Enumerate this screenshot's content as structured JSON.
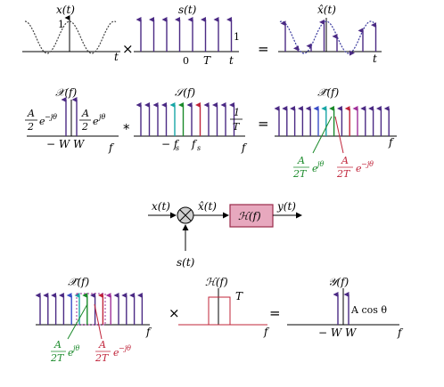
{
  "colors": {
    "arrow": "#4b2a84",
    "cyan": "#17a6a6",
    "green": "#1a8a2a",
    "red": "#c0243a",
    "blue": "#3a4ec8",
    "magenta": "#a0309a",
    "wave_gray": "#444444",
    "wave_blue": "#3a3a9e",
    "filter_fill": "#e7a8be",
    "filter_border": "#9a2a4a",
    "mult_fill": "#cfcfcf"
  },
  "row1": {
    "x_label": "x(t)",
    "x_one": "1",
    "x_axis": "t",
    "times": "×",
    "s_label": "s(t)",
    "s_zero": "0",
    "s_T": "T",
    "s_t": "t",
    "s_one": "1",
    "equals": "=",
    "xhat_label": "x̂(t)",
    "xhat_t": "t"
  },
  "row2": {
    "X_label": "𝒳(f)",
    "A": "A",
    "two": "2",
    "e": "e",
    "exp_neg": "−jθ",
    "exp_pos": "jθ",
    "axis_labels": "− W W",
    "f": "f",
    "conv": "*",
    "S_label": "𝒮(f)",
    "fs_labels": "− f",
    "fs_sub": "s",
    "fs_pos": "f",
    "one": "1",
    "T": "T",
    "equals": "=",
    "Xhat_label": "𝒳̂(f)",
    "green_A": "A",
    "green_2T": "2T",
    "green_exp": "jθ",
    "red_A": "A",
    "red_2T": "2T",
    "red_exp": "−jθ"
  },
  "block": {
    "input": "x(t)",
    "output_mid": "x̂(t)",
    "filter": "ℋ(f)",
    "output": "y(t)",
    "carrier": "s(t)"
  },
  "row3": {
    "Xhat_label": "𝒳̂(f)",
    "f": "f",
    "green_A": "A",
    "green_2T": "2T",
    "green_exp": "jθ",
    "red_A": "A",
    "red_2T": "2T",
    "red_exp": "−jθ",
    "times": "×",
    "H_label": "ℋ(f)",
    "H_T": "T",
    "H_f": "f",
    "equals": "=",
    "Y_label": "𝒴(f)",
    "Acos": "A cos θ",
    "Y_axis": "− W W",
    "Y_f": "f"
  }
}
